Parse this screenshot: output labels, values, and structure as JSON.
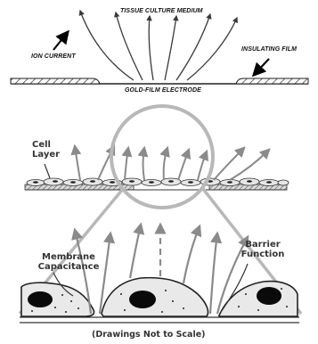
{
  "labels": {
    "tissue_culture_medium": "TISSUE CULTURE MEDIUM",
    "ion_current": "ION CURRENT",
    "insulating_film": "INSULATING FILM",
    "gold_film_electrode": "GOLD-FILM ELECTRODE",
    "cell_layer": "Cell Layer",
    "membrane_capacitance": "Membrane Capacitance",
    "barrier_function": "Barrier Function",
    "scale_note": "(Drawings Not to Scale)"
  },
  "colors": {
    "line": "#2a2a2a",
    "arrow": "#7a7a7a",
    "magnifier": "#b8b8b8",
    "cell_fill": "#e8e8e8",
    "nucleus": "#0a0a0a"
  }
}
